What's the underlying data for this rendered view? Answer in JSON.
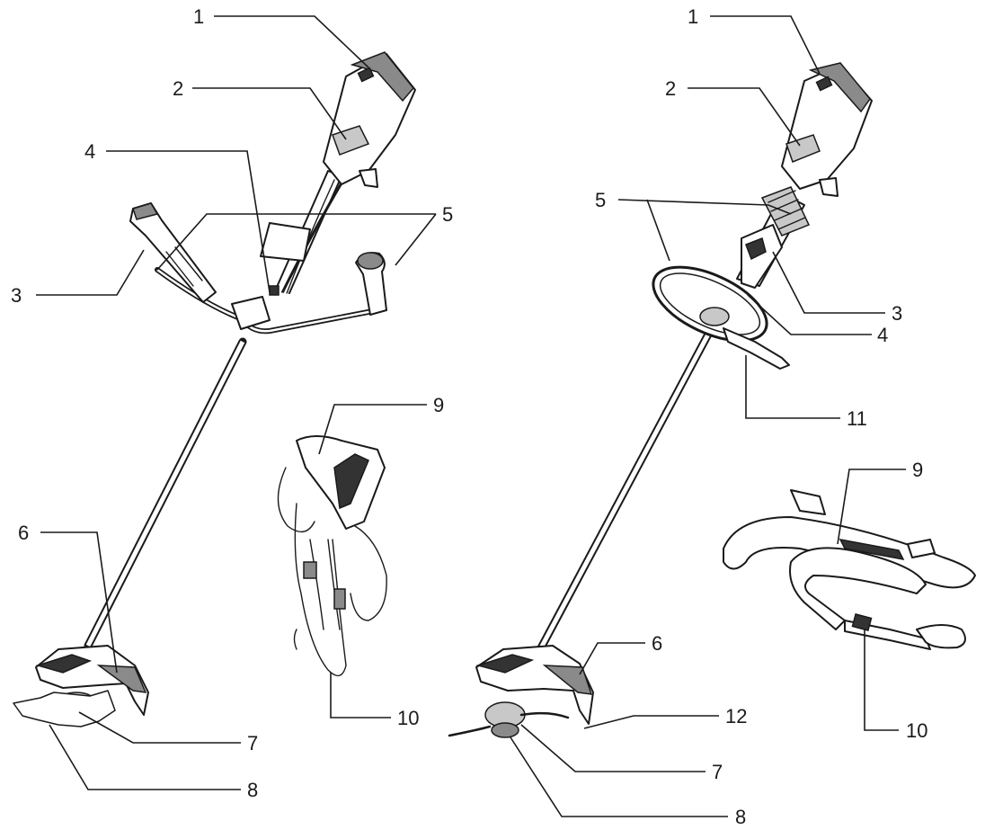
{
  "left_trimmer": {
    "labels": [
      "1",
      "2",
      "3",
      "4",
      "5",
      "6",
      "7",
      "8",
      "9",
      "10"
    ]
  },
  "right_trimmer": {
    "labels": [
      "1",
      "2",
      "3",
      "4",
      "5",
      "6",
      "7",
      "8",
      "9",
      "10",
      "11",
      "12"
    ]
  },
  "colors": {
    "line": "#1a1a1a",
    "background": "#ffffff"
  }
}
